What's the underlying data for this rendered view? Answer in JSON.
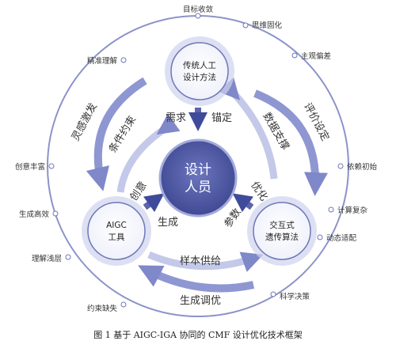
{
  "center": {
    "line1": "设计",
    "line2": "人员"
  },
  "nodes": {
    "top": {
      "line1": "传统人工",
      "line2": "设计方法"
    },
    "left": {
      "line1": "AIGC",
      "line2": "工具"
    },
    "right": {
      "line1": "交互式",
      "line2": "遗传算法"
    }
  },
  "arrow_labels": {
    "demand": "需求",
    "anchor": "锚定",
    "evaluate": "评价设定",
    "data_support": "数据支撑",
    "inspiration": "灵感激发",
    "condition": "条件约束",
    "create": "创意",
    "generate": "生成",
    "optimize": "优化",
    "params": "参数",
    "sample_supply": "样本供给",
    "generate_tune": "生成调优"
  },
  "outer_labels": [
    "目标收敛",
    "思维固化",
    "主观偏差",
    "依赖初始",
    "计算复杂",
    "动态适配",
    "科学决策",
    "约束缺失",
    "理解浅层",
    "生成高效",
    "创意丰富",
    "精准理解"
  ],
  "caption": "图 1  基于 AIGC-IGA 协同的 CMF 设计优化技术框架",
  "colors": {
    "node_fill": "#cfd3ee",
    "node_ring": "#6f77b6",
    "center_fill": "#5a63ab",
    "arrow": "#9aa2d7",
    "arrow_dark": "#5b64ad",
    "text": "#333333"
  }
}
